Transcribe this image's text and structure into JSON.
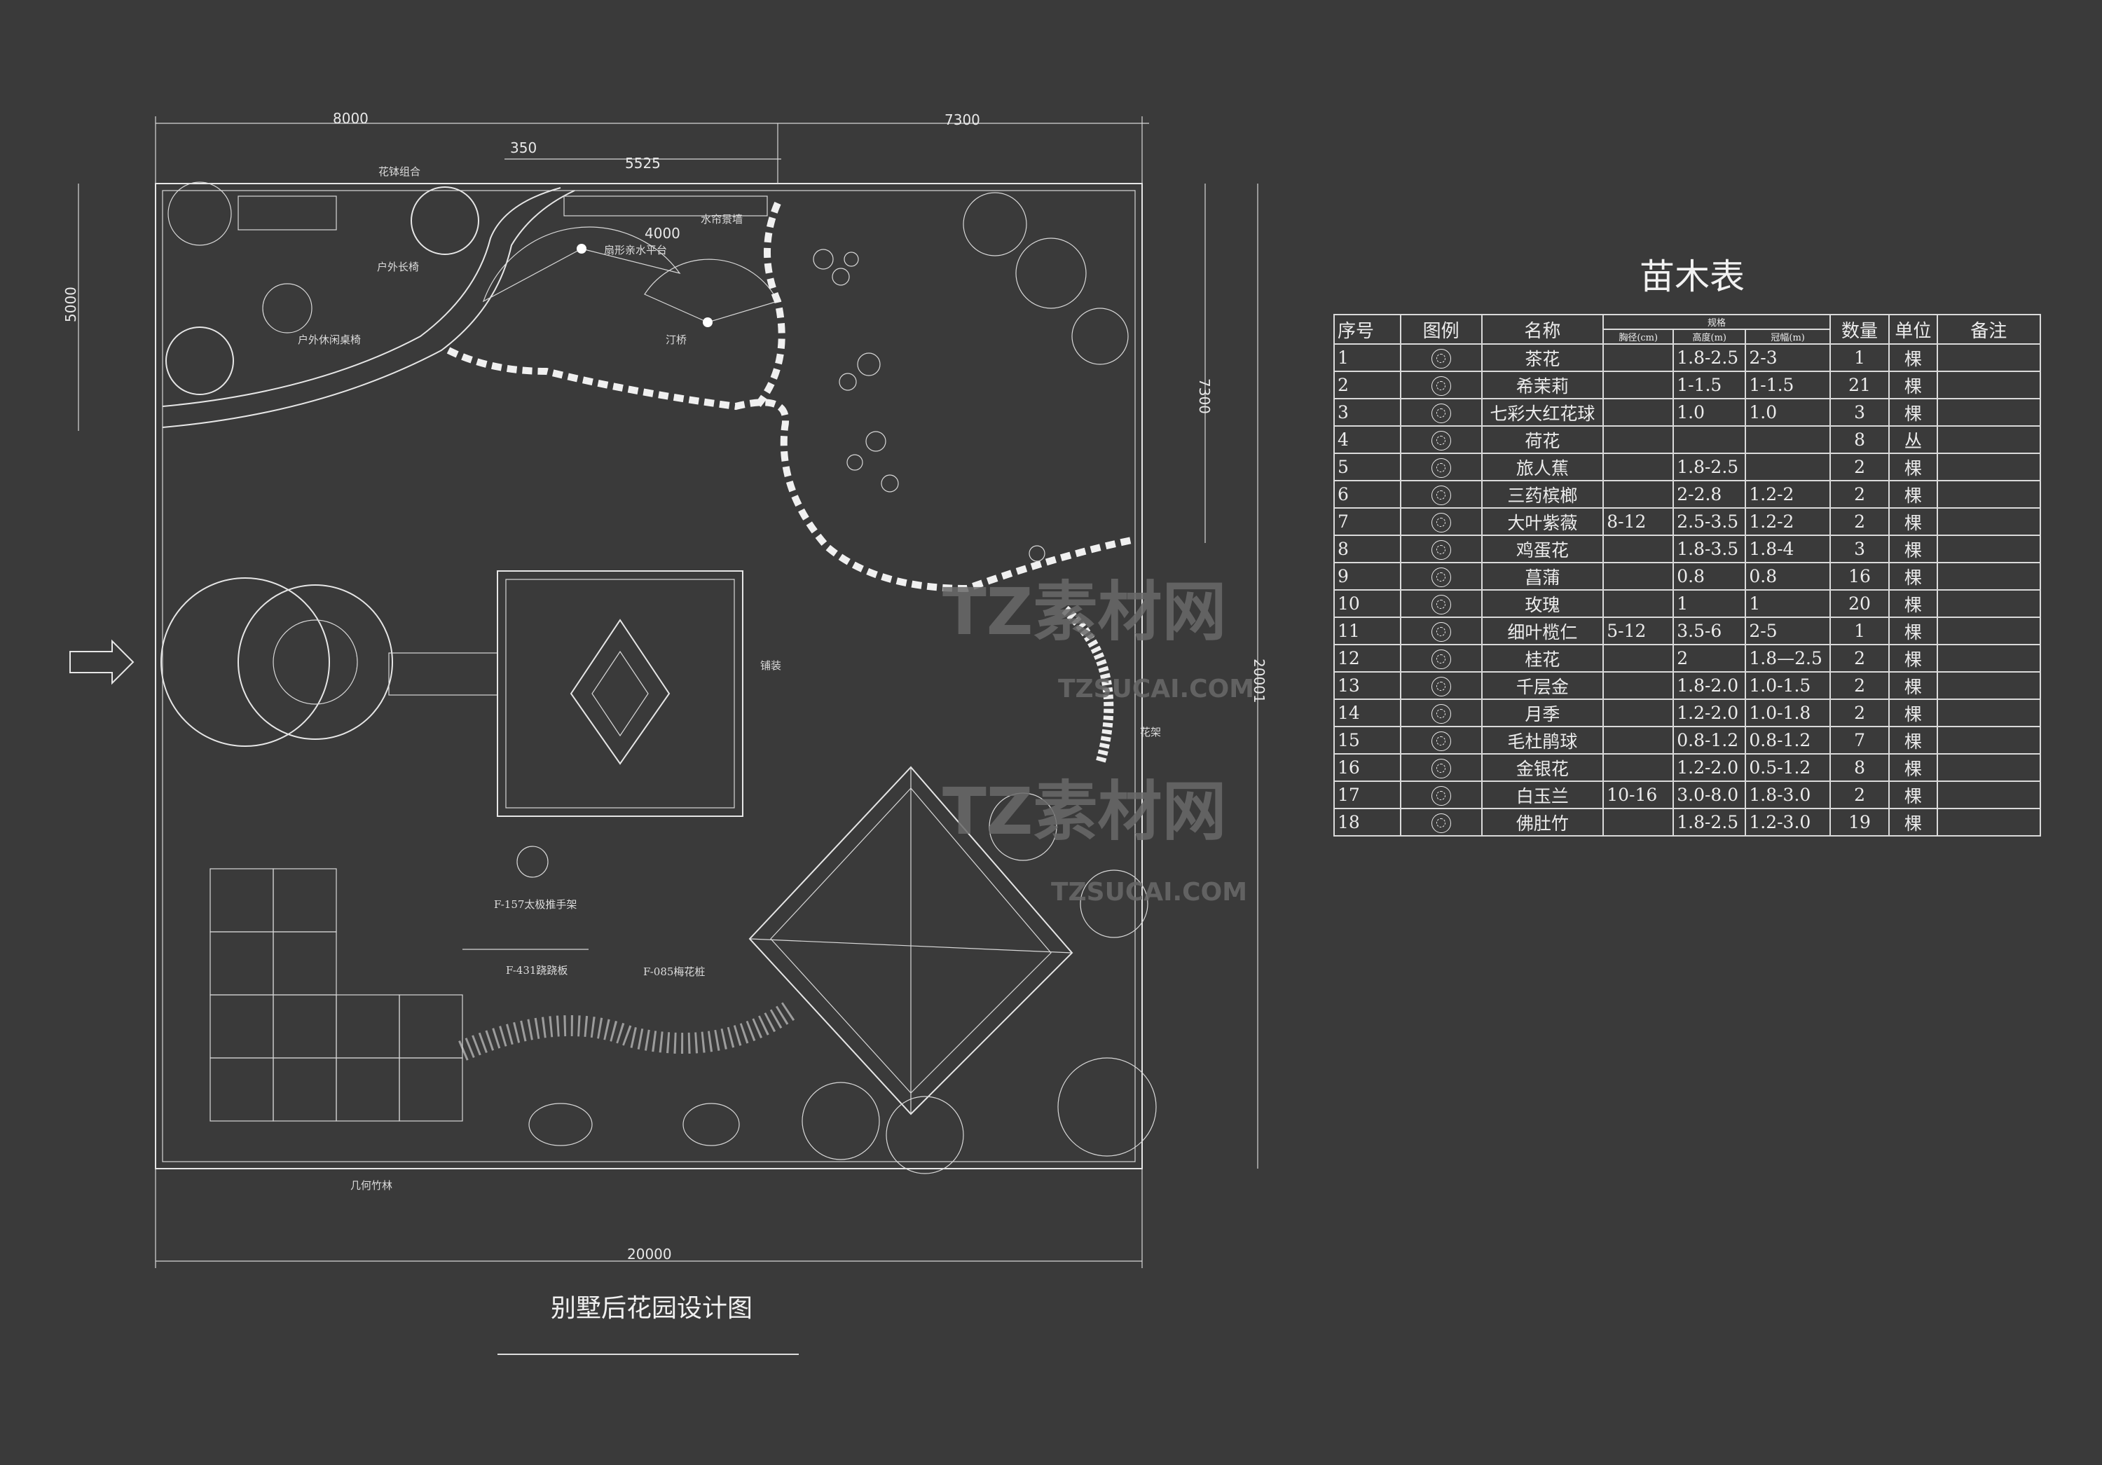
{
  "plan": {
    "title": "别墅后花园设计图",
    "dims": {
      "top_left": "8000",
      "top_mid": "350",
      "top_inner": "5525",
      "top_right": "7300",
      "water_width": "4000",
      "left": "5000",
      "right_upper": "7300",
      "right_full": "20001",
      "bottom": "20000"
    },
    "labels": {
      "flower_bowls": "花钵组合",
      "bench": "户外长椅",
      "leisure_table": "户外休闲桌椅",
      "water_wall": "水帘景墙",
      "fan_platform": "扇形亲水平台",
      "bridge": "汀桥",
      "paving": "铺装",
      "pergola": "花架",
      "tai_chi": "F-157太极推手架",
      "seesaw": "F-431跷跷板",
      "plum_pile": "F-085梅花桩",
      "bamboo": "几何竹林"
    }
  },
  "watermark": {
    "brand": "TZ素材网",
    "url": "TZSUCAI.COM"
  },
  "table": {
    "title": "苗木表",
    "headers": {
      "index": "序号",
      "legend": "图例",
      "name": "名称",
      "spec": "规格",
      "dbh": "胸径(cm)",
      "height": "高度(m)",
      "crown": "冠幅(m)",
      "qty": "数量",
      "unit": "单位",
      "note": "备注"
    },
    "rows": [
      {
        "idx": "1",
        "name": "茶花",
        "dbh": "",
        "height": "1.8-2.5",
        "crown": "2-3",
        "qty": "1",
        "unit": "棵"
      },
      {
        "idx": "2",
        "name": "希茉莉",
        "dbh": "",
        "height": "1-1.5",
        "crown": "1-1.5",
        "qty": "21",
        "unit": "棵"
      },
      {
        "idx": "3",
        "name": "七彩大红花球",
        "dbh": "",
        "height": "1.0",
        "crown": "1.0",
        "qty": "3",
        "unit": "棵"
      },
      {
        "idx": "4",
        "name": "荷花",
        "dbh": "",
        "height": "",
        "crown": "",
        "qty": "8",
        "unit": "丛"
      },
      {
        "idx": "5",
        "name": "旅人蕉",
        "dbh": "",
        "height": "1.8-2.5",
        "crown": "",
        "qty": "2",
        "unit": "棵"
      },
      {
        "idx": "6",
        "name": "三药槟榔",
        "dbh": "",
        "height": "2-2.8",
        "crown": "1.2-2",
        "qty": "2",
        "unit": "棵"
      },
      {
        "idx": "7",
        "name": "大叶紫薇",
        "dbh": "8-12",
        "height": "2.5-3.5",
        "crown": "1.2-2",
        "qty": "2",
        "unit": "棵"
      },
      {
        "idx": "8",
        "name": "鸡蛋花",
        "dbh": "",
        "height": "1.8-3.5",
        "crown": "1.8-4",
        "qty": "3",
        "unit": "棵"
      },
      {
        "idx": "9",
        "name": "菖蒲",
        "dbh": "",
        "height": "0.8",
        "crown": "0.8",
        "qty": "16",
        "unit": "棵"
      },
      {
        "idx": "10",
        "name": "玫瑰",
        "dbh": "",
        "height": "1",
        "crown": "1",
        "qty": "20",
        "unit": "棵"
      },
      {
        "idx": "11",
        "name": "细叶榄仁",
        "dbh": "5-12",
        "height": "3.5-6",
        "crown": "2-5",
        "qty": "1",
        "unit": "棵"
      },
      {
        "idx": "12",
        "name": "桂花",
        "dbh": "",
        "height": "2",
        "crown": "1.8—2.5",
        "qty": "2",
        "unit": "棵"
      },
      {
        "idx": "13",
        "name": "千层金",
        "dbh": "",
        "height": "1.8-2.0",
        "crown": "1.0-1.5",
        "qty": "2",
        "unit": "棵"
      },
      {
        "idx": "14",
        "name": "月季",
        "dbh": "",
        "height": "1.2-2.0",
        "crown": "1.0-1.8",
        "qty": "2",
        "unit": "棵"
      },
      {
        "idx": "15",
        "name": "毛杜鹃球",
        "dbh": "",
        "height": "0.8-1.2",
        "crown": "0.8-1.2",
        "qty": "7",
        "unit": "棵"
      },
      {
        "idx": "16",
        "name": "金银花",
        "dbh": "",
        "height": "1.2-2.0",
        "crown": "0.5-1.2",
        "qty": "8",
        "unit": "棵"
      },
      {
        "idx": "17",
        "name": "白玉兰",
        "dbh": "10-16",
        "height": "3.0-8.0",
        "crown": "1.8-3.0",
        "qty": "2",
        "unit": "棵"
      },
      {
        "idx": "18",
        "name": "佛肚竹",
        "dbh": "",
        "height": "1.8-2.5",
        "crown": "1.2-3.0",
        "qty": "19",
        "unit": "棵"
      }
    ]
  }
}
